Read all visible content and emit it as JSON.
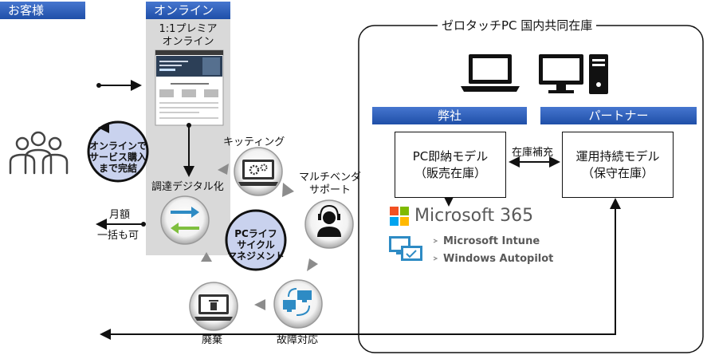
{
  "headers": {
    "customer": "お客様",
    "online": "オンライン",
    "company": "弊社",
    "partner": "パートナー"
  },
  "online_card": {
    "title_line1": "1:1プレミア",
    "title_line2": "オンライン"
  },
  "left_circle": {
    "line1": "オンラインで",
    "line2": "サービス購入",
    "line3": "まで完結"
  },
  "lifecycle": {
    "center_line1": "PCライフ",
    "center_line2": "サイクル",
    "center_line3": "マネジメント",
    "kitting": "キッティング",
    "multivendor_line1": "マルチベンダ",
    "multivendor_line2": "サポート",
    "procurement": "調達デジタル化",
    "repair": "故障対応",
    "disposal": "廃棄"
  },
  "billing": {
    "line1": "月額",
    "line2": "一括も可"
  },
  "inventory": {
    "title": "ゼロタッチPC 国内共同在庫",
    "left_box_line1": "PC即納モデル",
    "left_box_line2": "（販売在庫）",
    "right_box_line1": "運用持続モデル",
    "right_box_line2": "（保守在庫）",
    "replenish": "在庫補充"
  },
  "microsoft": {
    "product": "Microsoft 365",
    "item1": "Microsoft Intune",
    "item2": "Windows Autopilot"
  },
  "colors": {
    "header_blue": "#1f4fa8",
    "circle_fill": "#c9d2ee",
    "panel_gray": "#d9d9d9",
    "ms_red": "#f25022",
    "ms_green": "#7fba00",
    "ms_blue": "#00a4ef",
    "ms_yellow": "#ffb900"
  }
}
